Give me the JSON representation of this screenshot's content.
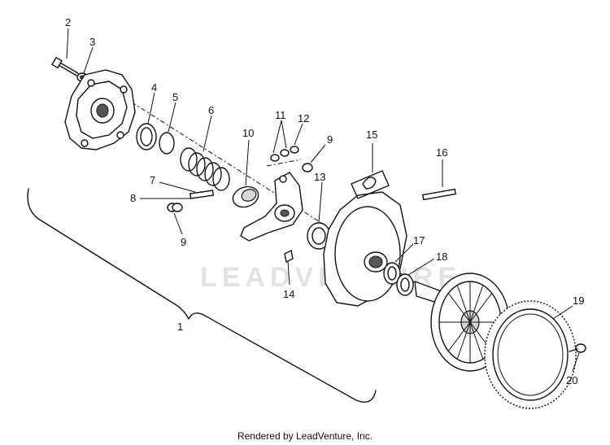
{
  "watermark": "LEADVENTURE",
  "credit": "Rendered by LeadVenture, Inc.",
  "callouts": {
    "c1": "1",
    "c2": "2",
    "c3": "3",
    "c4": "4",
    "c5": "5",
    "c6": "6",
    "c7": "7",
    "c8": "8",
    "c9a": "9",
    "c9b": "9",
    "c10": "10",
    "c11": "11",
    "c12": "12",
    "c13": "13",
    "c14": "14",
    "c15": "15",
    "c16": "16",
    "c17": "17",
    "c18": "18",
    "c19": "19",
    "c20": "20"
  }
}
